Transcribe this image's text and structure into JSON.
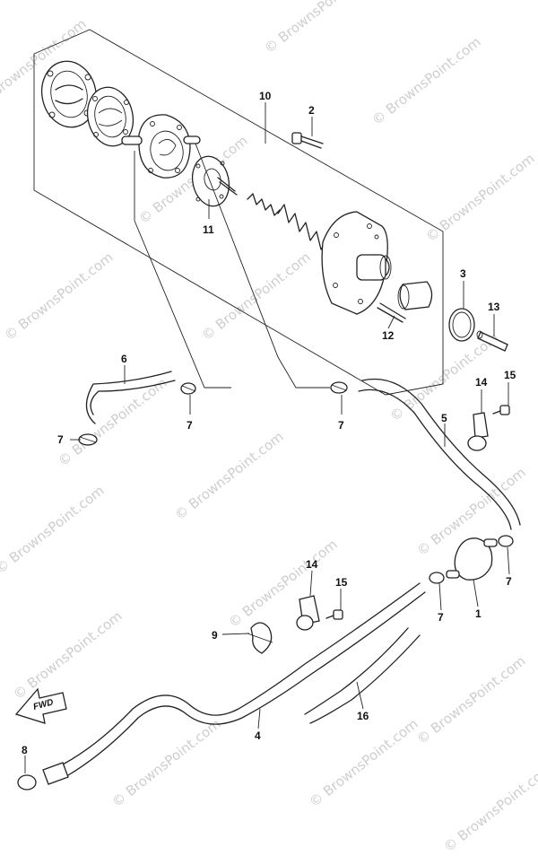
{
  "diagram": {
    "direction_label": "FWD",
    "watermark": "© BrownsPoint.com",
    "callouts": [
      {
        "id": "c10",
        "text": "10"
      },
      {
        "id": "c2",
        "text": "2"
      },
      {
        "id": "c11",
        "text": "11"
      },
      {
        "id": "c3",
        "text": "3"
      },
      {
        "id": "c13",
        "text": "13"
      },
      {
        "id": "c12",
        "text": "12"
      },
      {
        "id": "c6",
        "text": "6"
      },
      {
        "id": "c7a",
        "text": "7"
      },
      {
        "id": "c7b",
        "text": "7"
      },
      {
        "id": "c7c",
        "text": "7"
      },
      {
        "id": "c14a",
        "text": "14"
      },
      {
        "id": "c15a",
        "text": "15"
      },
      {
        "id": "c5",
        "text": "5"
      },
      {
        "id": "c7d",
        "text": "7"
      },
      {
        "id": "c14b",
        "text": "14"
      },
      {
        "id": "c15b",
        "text": "15"
      },
      {
        "id": "c7e",
        "text": "7"
      },
      {
        "id": "c1",
        "text": "1"
      },
      {
        "id": "c9",
        "text": "9"
      },
      {
        "id": "c16",
        "text": "16"
      },
      {
        "id": "c4",
        "text": "4"
      },
      {
        "id": "c8",
        "text": "8"
      }
    ]
  }
}
